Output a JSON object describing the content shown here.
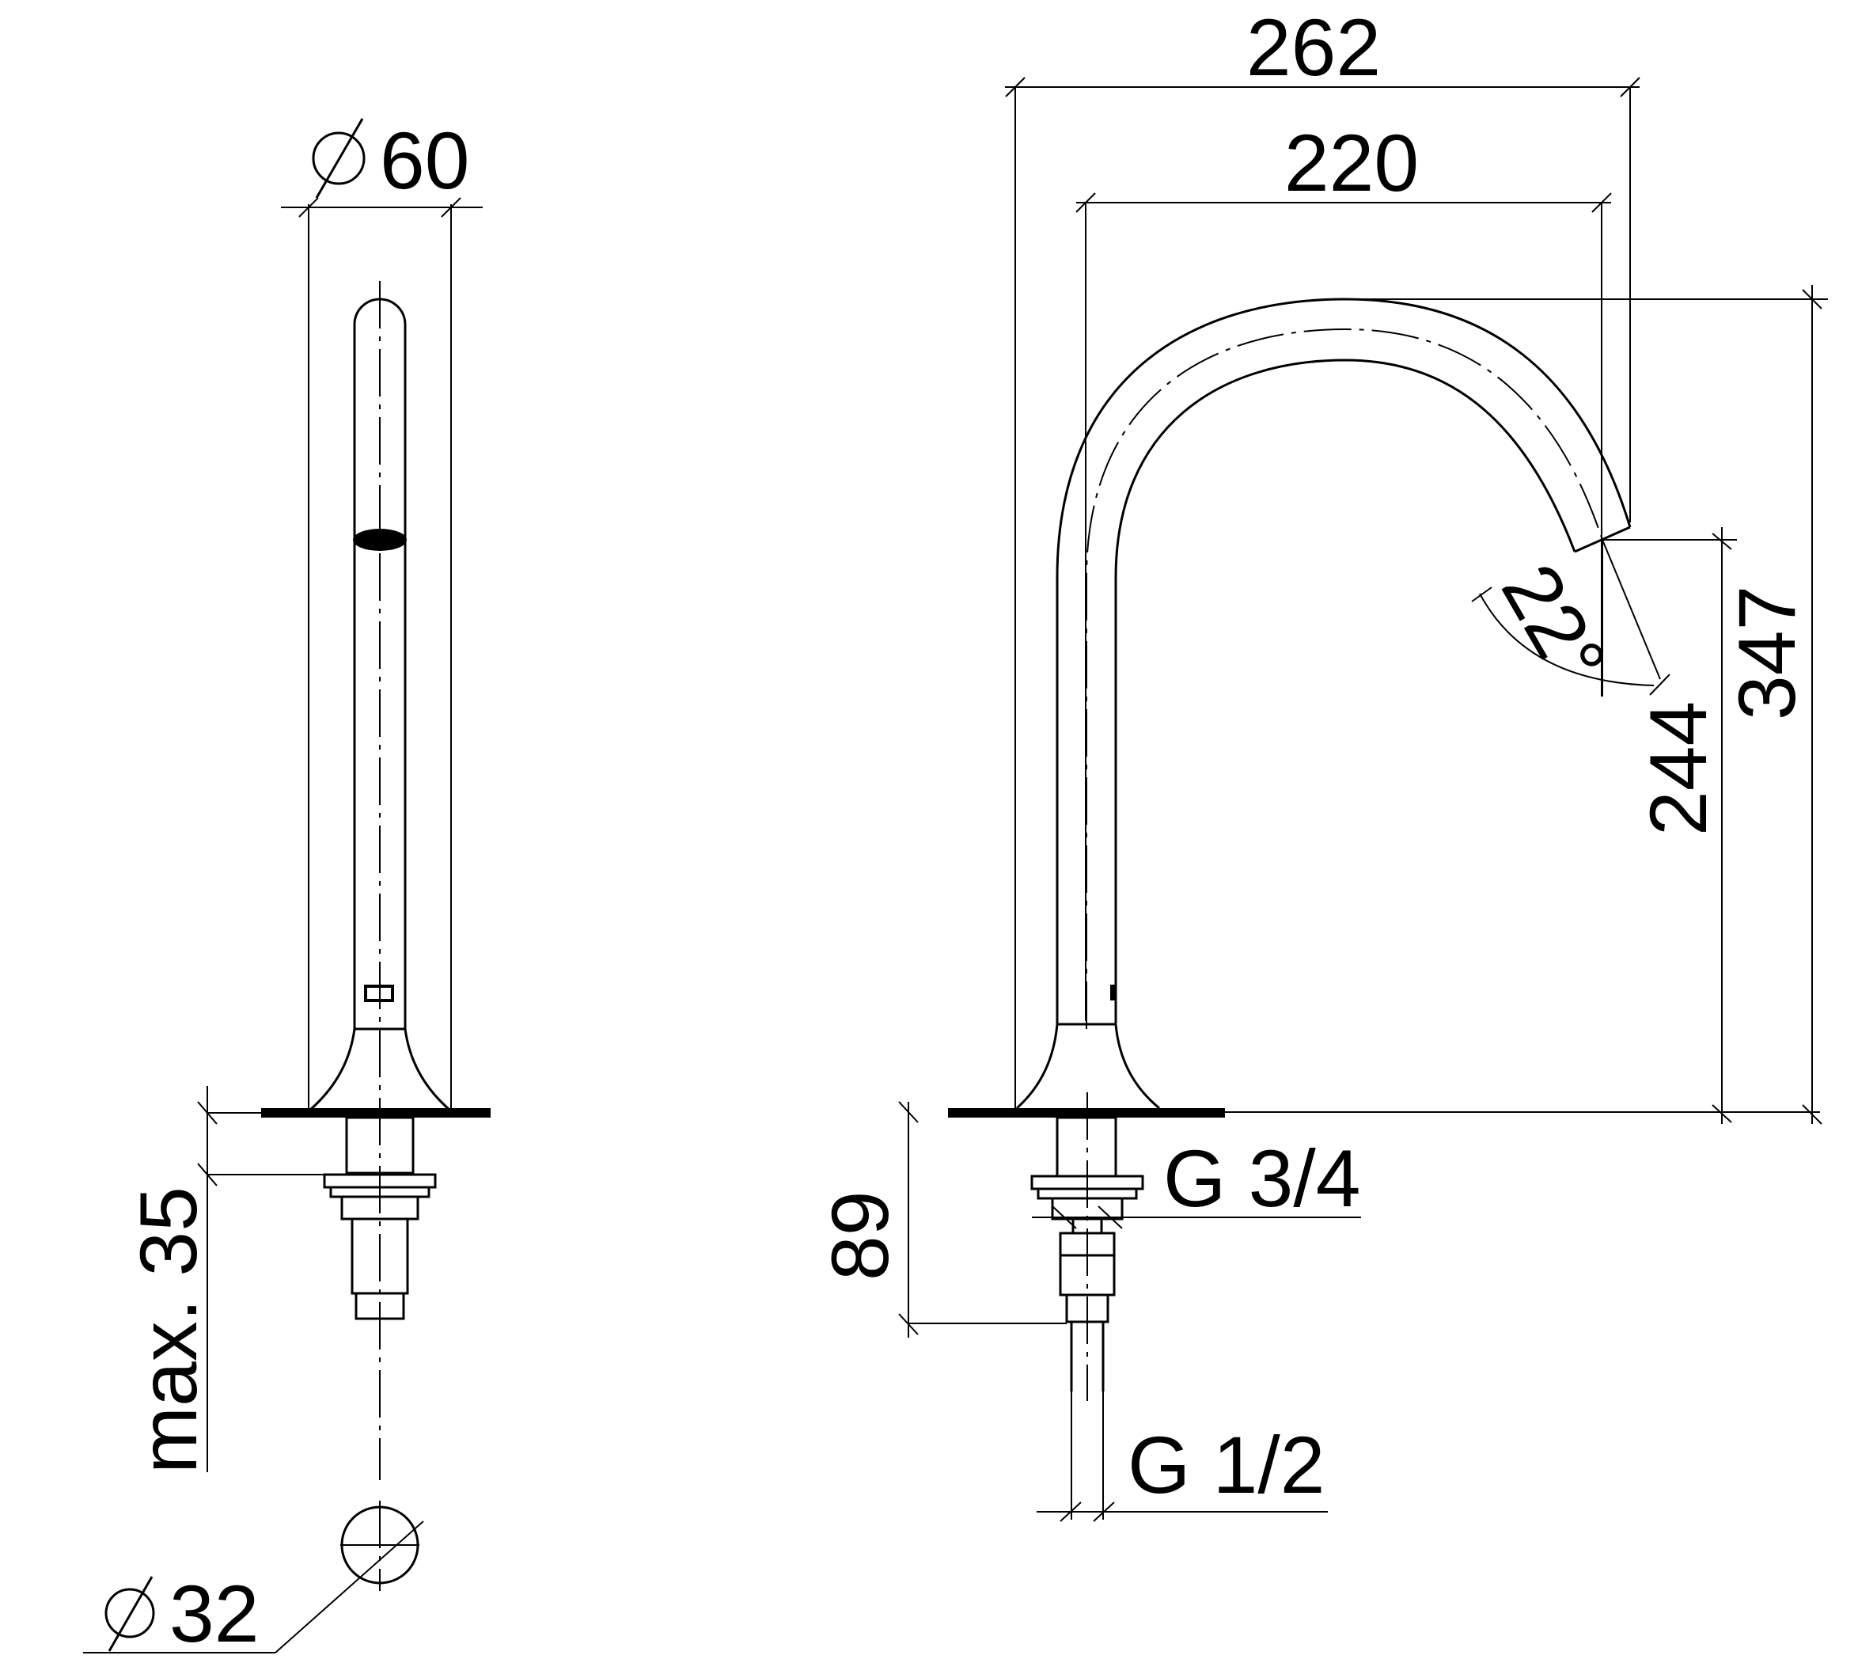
{
  "dimensions": {
    "side_view": {
      "diameter_top": "60",
      "diameter_bottom": "32",
      "max_thickness": "max. 35"
    },
    "front_view": {
      "total_reach": "262",
      "spout_reach": "220",
      "total_height": "347",
      "outlet_height": "244",
      "outlet_angle": "22°",
      "below_deck": "89",
      "thread_upper": "G 3/4",
      "thread_lower": "G 1/2"
    }
  },
  "symbols": {
    "diameter": "diameter-symbol"
  }
}
